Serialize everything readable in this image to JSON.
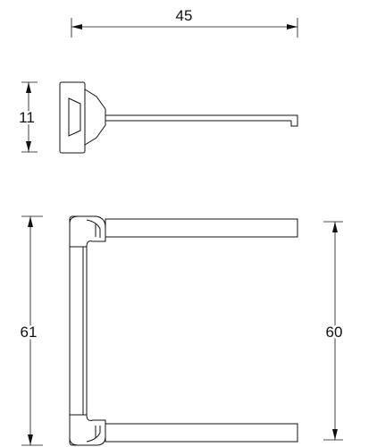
{
  "drawing": {
    "line_color": "#111111",
    "background_color": "#ffffff",
    "dimensions": {
      "width_label": "45",
      "side_height_label": "11",
      "overall_height_label": "61",
      "arm_spacing_label": "60"
    }
  }
}
